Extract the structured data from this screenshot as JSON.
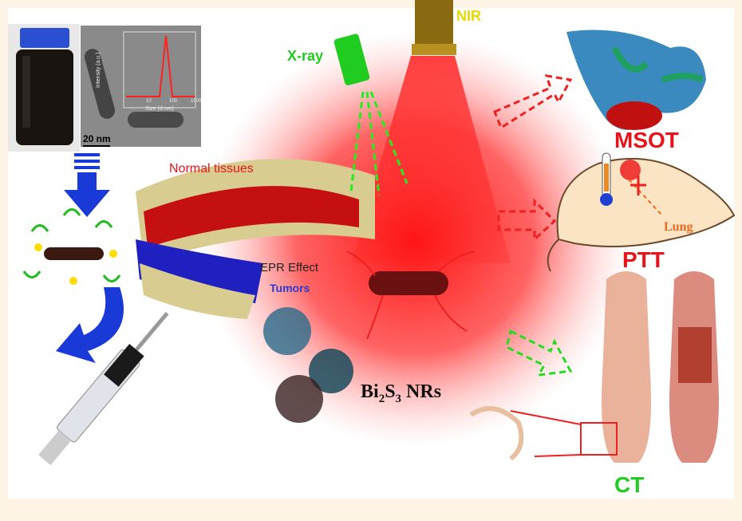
{
  "labels": {
    "xray": "X-ray",
    "nir": "NIR",
    "msot": "MSOT",
    "ptt": "PTT",
    "ct": "CT",
    "lung": "Lung",
    "normal_tissues": "Normal tissues",
    "epr_effect": "EPR Effect",
    "tumors": "Tumors",
    "nanorods_prefix": "Bi",
    "nanorods_sub1": "2",
    "nanorods_mid": "S",
    "nanorods_sub2": "3",
    "nanorods_suffix": " NRs",
    "scale_bar": "20 nm"
  },
  "inset_chart": {
    "ylabel": "Intensity (a.u.)",
    "xlabel": "Size (d.nm)",
    "xticks": [
      "10",
      "100",
      "1000"
    ]
  },
  "colors": {
    "red_label": "#e8141b",
    "green_label": "#22cc22",
    "nir_yellow": "#e8d800",
    "arrow_blue": "#1a3ad8",
    "cream_frame": "#fdf4e6"
  }
}
